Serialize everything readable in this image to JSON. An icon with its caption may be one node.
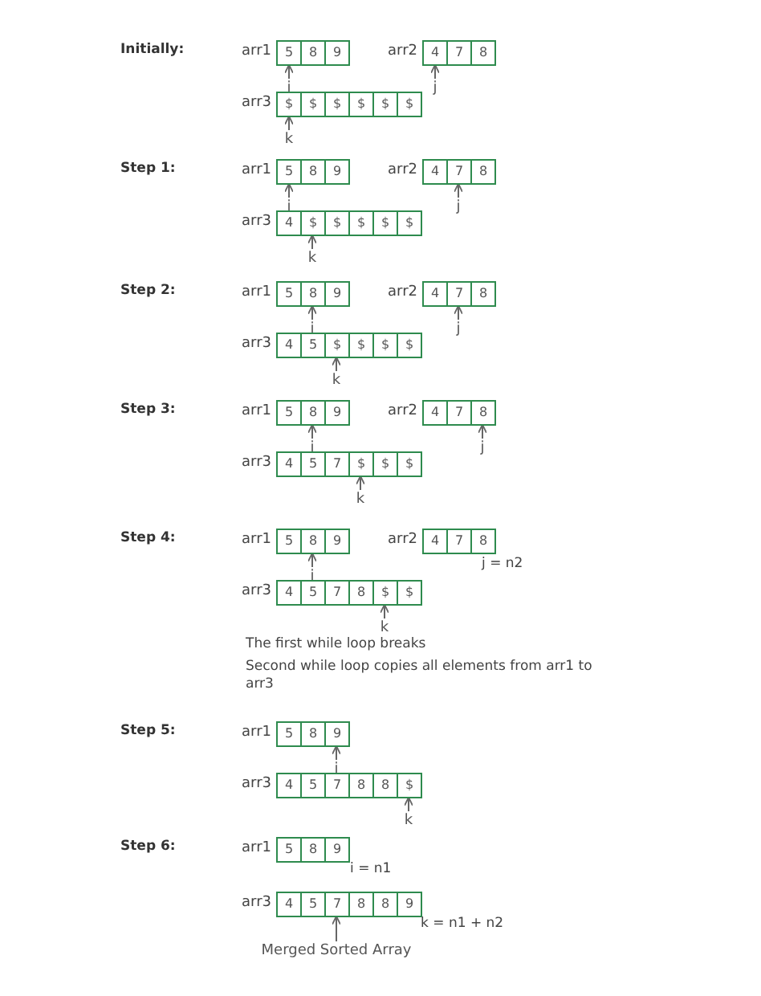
{
  "diagram": {
    "nodes": [
      {
        "text": [],
        "shape": "box",
        "beside": [
          "arr1"
        ]
      },
      {
        "text": [
          "5"
        ],
        "in": 0
      },
      {
        "text": [
          "8"
        ],
        "in": 0
      },
      {
        "text": [
          "9"
        ],
        "in": 0
      },
      {
        "text": [],
        "shape": "box",
        "beside": [
          "arr2"
        ]
      },
      {
        "text": [
          "4"
        ],
        "in": 4
      },
      {
        "text": [
          "7"
        ],
        "in": 4
      },
      {
        "text": [
          "8"
        ],
        "in": 4
      },
      {
        "text": [
          "i"
        ]
      },
      {
        "text": [
          "j"
        ]
      },
      {
        "text": [],
        "shape": "box",
        "beside": [
          "arr3"
        ]
      },
      {
        "text": [
          "$"
        ],
        "in": 10
      },
      {
        "text": [
          "$"
        ],
        "in": 10
      },
      {
        "text": [
          "$"
        ],
        "in": 10
      },
      {
        "text": [
          "$"
        ],
        "in": 10
      },
      {
        "text": [
          "$"
        ],
        "in": 10
      },
      {
        "text": [
          "$"
        ],
        "in": 10
      },
      {
        "text": [
          "k"
        ]
      },
      {
        "text": [],
        "shape": "box",
        "beside": [
          "arr1"
        ]
      },
      {
        "text": [
          "5"
        ],
        "in": 18
      },
      {
        "text": [
          "8"
        ],
        "in": 18
      },
      {
        "text": [
          "9"
        ],
        "in": 18
      },
      {
        "text": [],
        "shape": "box",
        "beside": [
          "arr2"
        ]
      },
      {
        "text": [
          "4"
        ],
        "in": 22
      },
      {
        "text": [
          "7"
        ],
        "in": 22
      },
      {
        "text": [
          "8"
        ],
        "in": 22
      },
      {
        "text": [
          "i"
        ]
      },
      {
        "text": [
          "j"
        ]
      },
      {
        "text": [],
        "shape": "box",
        "beside": [
          "arr3"
        ]
      },
      {
        "text": [
          "4"
        ],
        "in": 28
      },
      {
        "text": [
          "$"
        ],
        "in": 28
      },
      {
        "text": [
          "$"
        ],
        "in": 28
      },
      {
        "text": [
          "$"
        ],
        "in": 28
      },
      {
        "text": [
          "$"
        ],
        "in": 28
      },
      {
        "text": [
          "$"
        ],
        "in": 28
      },
      {
        "text": [
          "k"
        ]
      },
      {
        "text": [],
        "shape": "box",
        "beside": [
          "arr1"
        ]
      },
      {
        "text": [
          "5"
        ],
        "in": 36
      },
      {
        "text": [
          "8"
        ],
        "in": 36
      },
      {
        "text": [
          "9"
        ],
        "in": 36
      },
      {
        "text": [],
        "shape": "box",
        "beside": [
          "arr2"
        ]
      },
      {
        "text": [
          "4"
        ],
        "in": 40
      },
      {
        "text": [
          "7"
        ],
        "in": 40
      },
      {
        "text": [
          "8"
        ],
        "in": 40
      },
      {
        "text": [
          "i"
        ]
      },
      {
        "text": [
          "j"
        ]
      },
      {
        "text": [],
        "shape": "box",
        "beside": [
          "arr3"
        ]
      },
      {
        "text": [
          "4"
        ],
        "in": 46
      },
      {
        "text": [
          "5"
        ],
        "in": 46
      },
      {
        "text": [
          "$"
        ],
        "in": 46
      },
      {
        "text": [
          "$"
        ],
        "in": 46
      },
      {
        "text": [
          "$"
        ],
        "in": 46
      },
      {
        "text": [
          "$"
        ],
        "in": 46
      },
      {
        "text": [
          "k"
        ]
      },
      {
        "text": [],
        "shape": "box",
        "beside": [
          "arr1"
        ]
      },
      {
        "text": [
          "5"
        ],
        "in": 54
      },
      {
        "text": [
          "8"
        ],
        "in": 54
      },
      {
        "text": [
          "9"
        ],
        "in": 54
      },
      {
        "text": [],
        "shape": "box",
        "beside": [
          "arr2"
        ]
      },
      {
        "text": [
          "4"
        ],
        "in": 58
      },
      {
        "text": [
          "7"
        ],
        "in": 58
      },
      {
        "text": [
          "8"
        ],
        "in": 58
      },
      {
        "text": [
          "i"
        ]
      },
      {
        "text": [
          "j"
        ]
      },
      {
        "text": [],
        "shape": "box",
        "beside": [
          "arr3"
        ]
      },
      {
        "text": [
          "4"
        ],
        "in": 64
      },
      {
        "text": [
          "5"
        ],
        "in": 64
      },
      {
        "text": [
          "7"
        ],
        "in": 64
      },
      {
        "text": [
          "$"
        ],
        "in": 64
      },
      {
        "text": [
          "$"
        ],
        "in": 64
      },
      {
        "text": [
          "$"
        ],
        "in": 64
      },
      {
        "text": [
          "k"
        ]
      },
      {
        "text": [],
        "shape": "box",
        "beside": [
          "arr1"
        ]
      },
      {
        "text": [
          "5"
        ],
        "in": 72
      },
      {
        "text": [
          "8"
        ],
        "in": 72
      },
      {
        "text": [
          "9"
        ],
        "in": 72
      },
      {
        "text": [],
        "shape": "box",
        "beside": [
          "arr2"
        ]
      },
      {
        "text": [
          "4"
        ],
        "in": 76
      },
      {
        "text": [
          "7"
        ],
        "in": 76
      },
      {
        "text": [
          "8"
        ],
        "in": 76
      },
      {
        "text": [
          "i"
        ]
      },
      {
        "text": [],
        "shape": "box",
        "beside": [
          "arr3"
        ]
      },
      {
        "text": [
          "4"
        ],
        "in": 81
      },
      {
        "text": [
          "5"
        ],
        "in": 81
      },
      {
        "text": [
          "7"
        ],
        "in": 81
      },
      {
        "text": [
          "8"
        ],
        "in": 81
      },
      {
        "text": [
          "$"
        ],
        "in": 81
      },
      {
        "text": [
          "$"
        ],
        "in": 81
      },
      {
        "text": [
          "k"
        ]
      },
      {
        "text": [],
        "shape": "box",
        "beside": [
          "arr1"
        ]
      },
      {
        "text": [
          "5"
        ],
        "in": 89
      },
      {
        "text": [
          "8"
        ],
        "in": 89
      },
      {
        "text": [
          "9"
        ],
        "in": 89
      },
      {
        "text": [
          "i"
        ]
      },
      {
        "text": [],
        "shape": "box",
        "beside": [
          "arr3"
        ]
      },
      {
        "text": [
          "4"
        ],
        "in": 94
      },
      {
        "text": [
          "5"
        ],
        "in": 94
      },
      {
        "text": [
          "7"
        ],
        "in": 94
      },
      {
        "text": [
          "8"
        ],
        "in": 94
      },
      {
        "text": [
          "8"
        ],
        "in": 94
      },
      {
        "text": [
          "$"
        ],
        "in": 94
      },
      {
        "text": [
          "k"
        ]
      },
      {
        "text": [],
        "shape": "box",
        "beside": [
          "arr1"
        ]
      },
      {
        "text": [
          "5"
        ],
        "in": 102
      },
      {
        "text": [
          "8"
        ],
        "in": 102
      },
      {
        "text": [
          "9"
        ],
        "in": 102
      },
      {
        "text": [],
        "shape": "box",
        "beside": [
          "arr3"
        ]
      },
      {
        "text": [
          "4"
        ],
        "in": 106
      },
      {
        "text": [
          "5"
        ],
        "in": 106
      },
      {
        "text": [
          "7"
        ],
        "in": 106
      },
      {
        "text": [
          "8"
        ],
        "in": 106
      },
      {
        "text": [
          "8"
        ],
        "in": 106
      },
      {
        "text": [
          "9"
        ],
        "in": 106
      },
      {
        "text": [
          "Merged Sorted Array"
        ]
      }
    ],
    "edges": [
      {
        "from": 8,
        "to": 1,
        "arrow": "to"
      },
      {
        "from": 9,
        "to": 5,
        "arrow": "to"
      },
      {
        "from": 17,
        "to": 11,
        "arrow": "to"
      },
      {
        "from": 26,
        "to": 19,
        "arrow": "to"
      },
      {
        "from": 27,
        "to": 24,
        "arrow": "to"
      },
      {
        "from": 35,
        "to": 30,
        "arrow": "to"
      },
      {
        "from": 44,
        "to": 38,
        "arrow": "to"
      },
      {
        "from": 45,
        "to": 42,
        "arrow": "to"
      },
      {
        "from": 53,
        "to": 49,
        "arrow": "to"
      },
      {
        "from": 62,
        "to": 56,
        "arrow": "to"
      },
      {
        "from": 63,
        "to": 61,
        "arrow": "to"
      },
      {
        "from": 71,
        "to": 68,
        "arrow": "to"
      },
      {
        "from": 80,
        "to": 74,
        "arrow": "to"
      },
      {
        "from": 88,
        "to": 86,
        "arrow": "to"
      },
      {
        "from": 93,
        "to": 92,
        "arrow": "to"
      },
      {
        "from": 101,
        "to": 100,
        "arrow": "to"
      },
      {
        "from": 113,
        "to": 109,
        "arrow": "to"
      }
    ],
    "labels": [
      "Initially:",
      "Step 1:",
      "Step 2:",
      "Step 3:",
      "Step 4:",
      "j = n2",
      "The first while loop breaks",
      "Second while loop copies all elements from arr1 to arr3",
      "Step 5:",
      "Step 6:",
      "i = n1",
      "k = n1 + n2"
    ]
  }
}
